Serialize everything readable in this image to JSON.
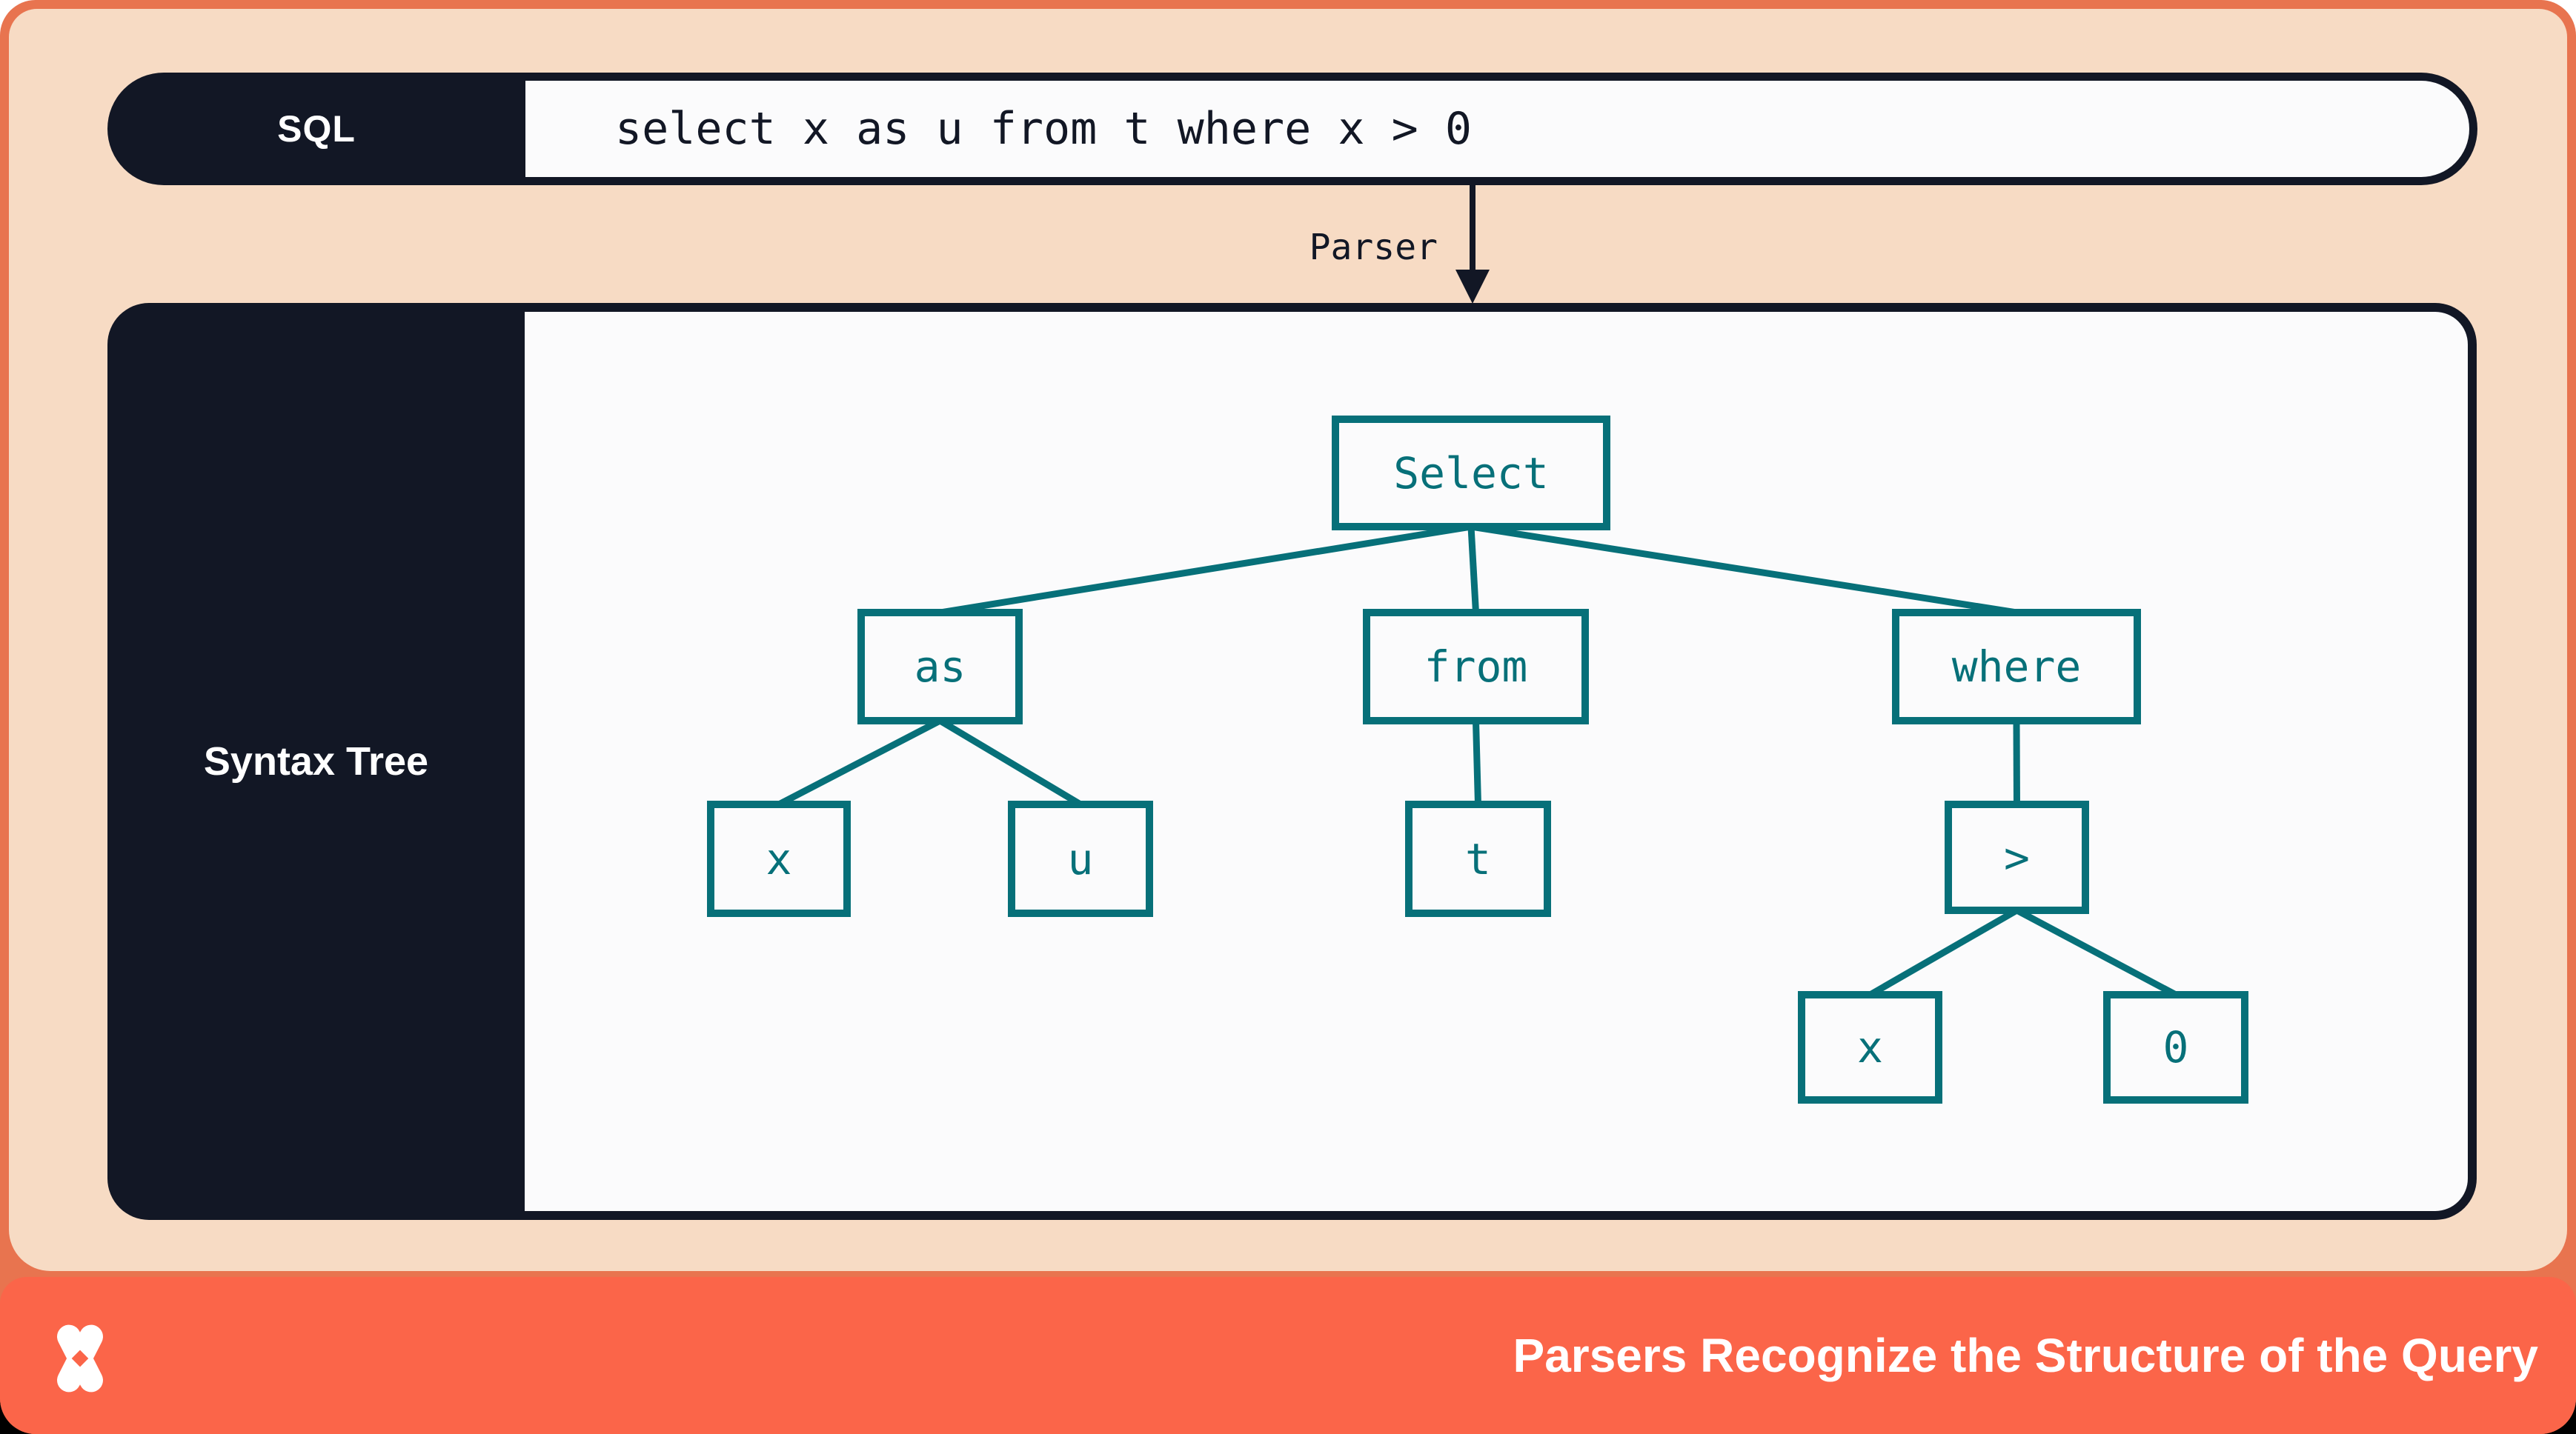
{
  "slide": {
    "sql_bar": {
      "label": "SQL",
      "code": "select x as u from t where x > 0"
    },
    "parser": {
      "label": "Parser"
    },
    "syntax_tree": {
      "label": "Syntax Tree",
      "nodes": {
        "select": "Select",
        "as": "as",
        "from": "from",
        "where": "where",
        "x1": "x",
        "u": "u",
        "t": "t",
        "gt": ">",
        "x2": "x",
        "zero": "0"
      },
      "edges": [
        [
          "select",
          "as"
        ],
        [
          "select",
          "from"
        ],
        [
          "select",
          "where"
        ],
        [
          "as",
          "x1"
        ],
        [
          "as",
          "u"
        ],
        [
          "from",
          "t"
        ],
        [
          "where",
          "gt"
        ],
        [
          "gt",
          "x2"
        ],
        [
          "gt",
          "zero"
        ]
      ]
    },
    "footer": {
      "title": "Parsers Recognize the Structure of the Query",
      "logo_icon": "dolt-x-logo"
    },
    "colors": {
      "navy": "#121725",
      "teal": "#077079",
      "cream": "#F7DBC4",
      "frame_orange": "#E8744F",
      "footer_orange": "#FB6549",
      "panel_white": "#FBFBFC"
    }
  }
}
